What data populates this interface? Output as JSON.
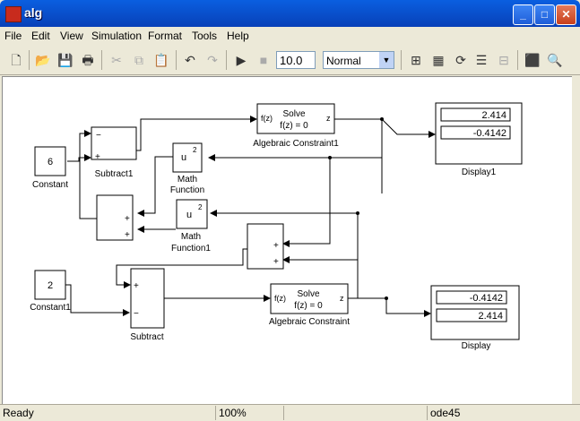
{
  "window": {
    "title": "alg"
  },
  "menu": [
    "File",
    "Edit",
    "View",
    "Simulation",
    "Format",
    "Tools",
    "Help"
  ],
  "toolbar": {
    "stop_time": "10.0",
    "sim_mode": "Normal"
  },
  "blocks": {
    "constant_value": "6",
    "constant_label": "Constant",
    "constant1_value": "2",
    "constant1_label": "Constant1",
    "subtract1_label": "Subtract1",
    "subtract_label": "Subtract",
    "math_fn_text": "u",
    "math_fn_exp": "2",
    "math_fn_label_1": "Math",
    "math_fn_label_2": "Function",
    "math_fn1_label_1": "Math",
    "math_fn1_label_2": "Function1",
    "alg1_f": "f(z)",
    "alg1_solve": "Solve",
    "alg1_eq": "f(z) = 0",
    "alg1_z": "z",
    "alg1_label": "Algebraic Constraint1",
    "alg_f": "f(z)",
    "alg_solve": "Solve",
    "alg_eq": "f(z) = 0",
    "alg_z": "z",
    "alg_label": "Algebraic Constraint",
    "display1_top": "2.414",
    "display1_bottom": "-0.4142",
    "display1_label": "Display1",
    "display_top": "-0.4142",
    "display_bottom": "2.414",
    "display_label": "Display",
    "plus": "+",
    "minus": "−"
  },
  "status": {
    "state": "Ready",
    "zoom": "100%",
    "solver": "ode45"
  }
}
